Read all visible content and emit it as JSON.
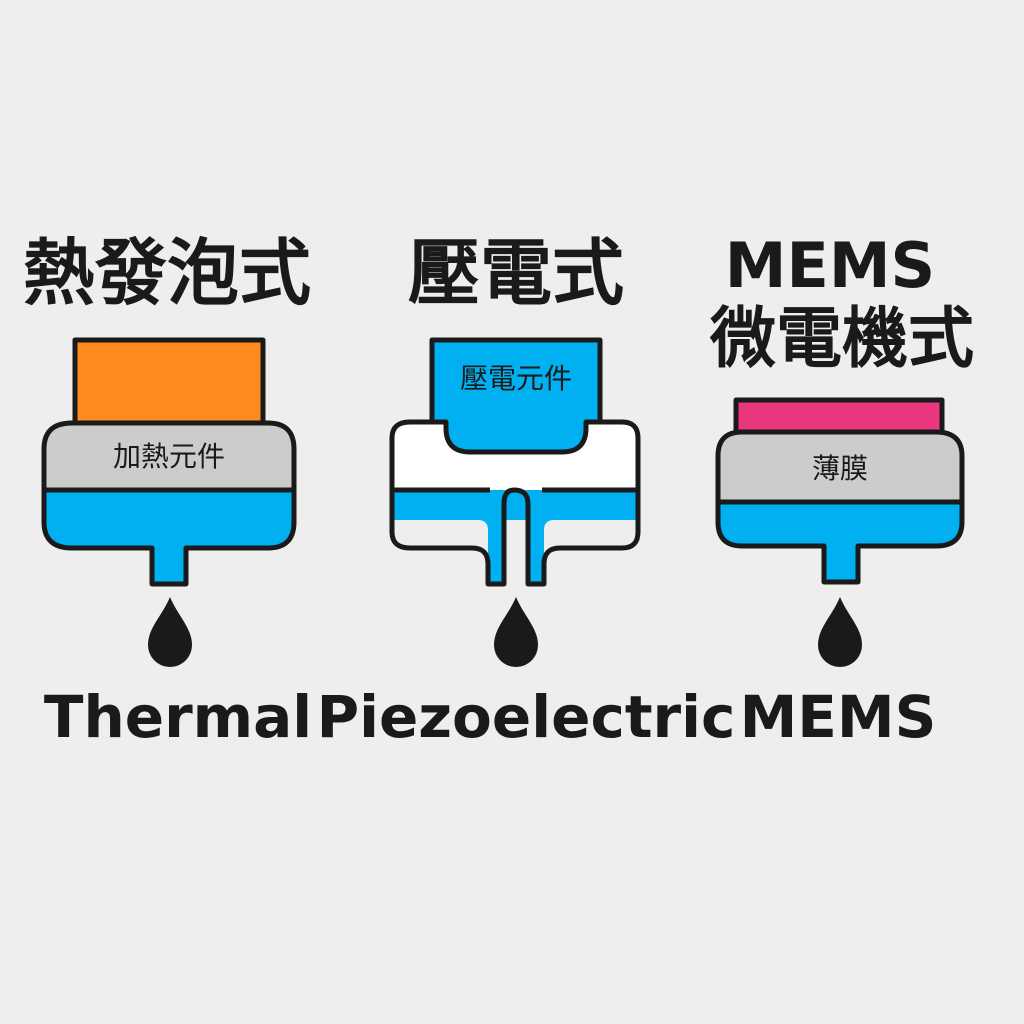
{
  "colors": {
    "background": "#eeeeee",
    "ink": "#1a1a1a",
    "ink_blue": "#00b0f0",
    "heater_orange": "#ff8a1e",
    "membrane_pink": "#e8377f",
    "chamber_gray": "#cccccc",
    "chamber_white": "#ffffff"
  },
  "panels": {
    "thermal": {
      "title_zh": "熱發泡式",
      "element_label": "加熱元件",
      "label_en": "Thermal"
    },
    "piezo": {
      "title_zh": "壓電式",
      "element_label": "壓電元件",
      "label_en": "Piezoelectric"
    },
    "mems": {
      "title_en": "MEMS",
      "title_zh": "微電機式",
      "element_label": "薄膜",
      "label_en": "MEMS"
    }
  },
  "icons": {
    "droplet": "ink-droplet-icon"
  }
}
